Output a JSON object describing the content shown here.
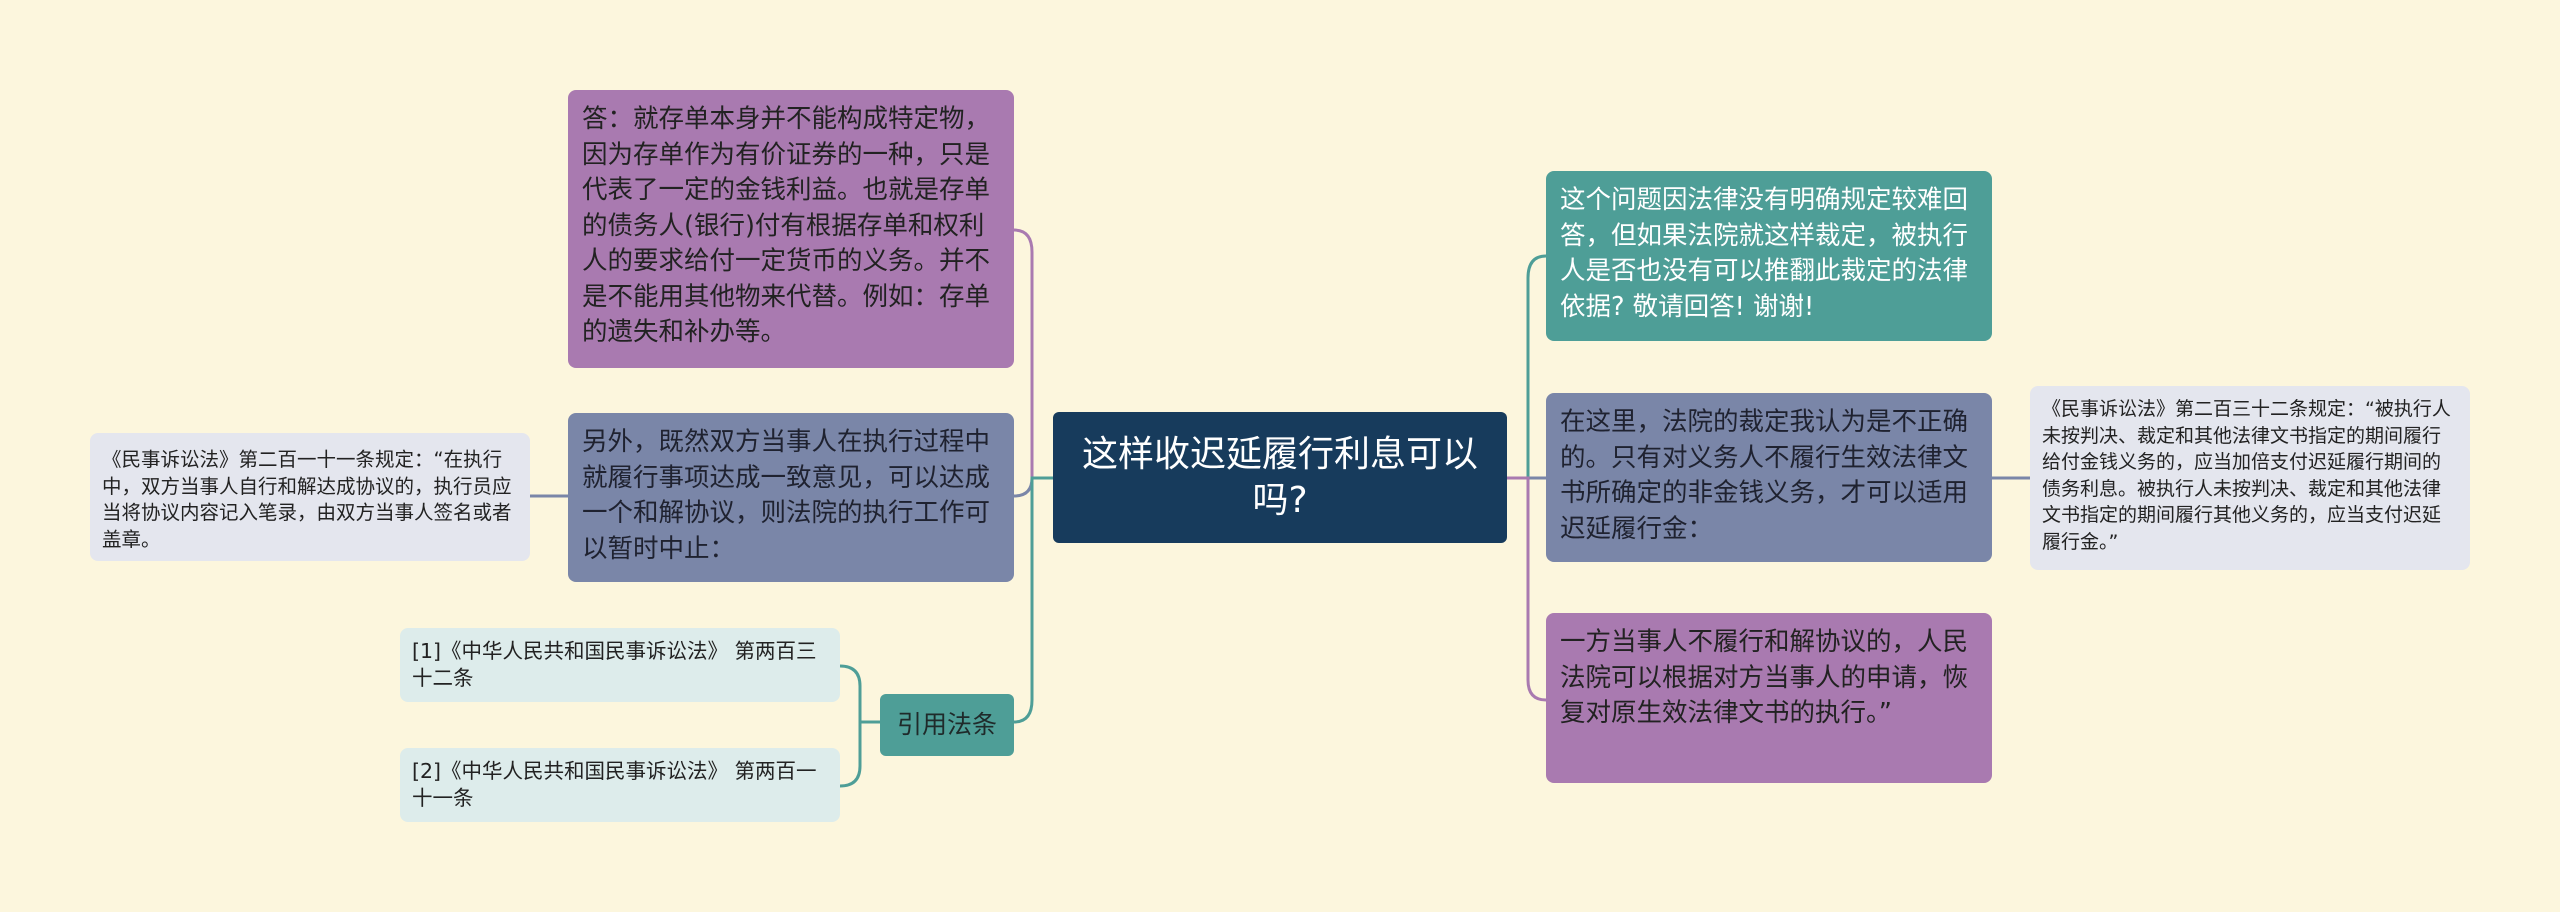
{
  "root": {
    "title": "这样收迟延履行利息可以吗?"
  },
  "left": {
    "answer": "答：就存单本身并不能构成特定物，因为存单作为有价证券的一种，只是代表了一定的金钱利益。也就是存单的债务人(银行)付有根据存单和权利人的要求给付一定货币的义务。并不是不能用其他物来代替。例如：存单的遗失和补办等。",
    "settlement": "另外，既然双方当事人在执行过程中就履行事项达成一致意见，可以达成一个和解协议，则法院的执行工作可以暂时中止：",
    "settlement_note": "《民事诉讼法》第二百一十一条规定：“在执行中，双方当事人自行和解达成协议的，执行员应当将协议内容记入笔录，由双方当事人签名或者盖章。",
    "citations_label": "引用法条",
    "citations": [
      "[1]《中华人民共和国民事诉讼法》 第两百三十二条",
      "[2]《中华人民共和国民事诉讼法》 第两百一十一条"
    ]
  },
  "right": {
    "question": "这个问题因法律没有明确规定较难回答，但如果法院就这样裁定，被执行人是否也没有可以推翻此裁定的法律依据? 敬请回答! 谢谢!",
    "opinion": "在这里，法院的裁定我认为是不正确的。只有对义务人不履行生效法律文书所确定的非金钱义务，才可以适用迟延履行金：",
    "opinion_note": "《民事诉讼法》第二百三十二条规定：“被执行人未按判决、裁定和其他法律文书指定的期间履行给付金钱义务的，应当加倍支付迟延履行期间的债务利息。被执行人未按判决、裁定和其他法律文书指定的期间履行其他义务的，应当支付迟延履行金。”",
    "resume": "一方当事人不履行和解协议的，人民法院可以根据对方当事人的申请，恢复对原生效法律文书的执行。”"
  },
  "colors": {
    "background": "#fcf6dd",
    "root": "#173b5c",
    "purple": "#a97ab0",
    "slate": "#7a86a8",
    "teal": "#4e9e97",
    "leaf_grey": "#e4e6ee",
    "leaf_cyan": "#ddeceb",
    "connector_teal": "#4e9e97",
    "connector_purple": "#a97ab0",
    "connector_slate": "#7a86a8"
  }
}
